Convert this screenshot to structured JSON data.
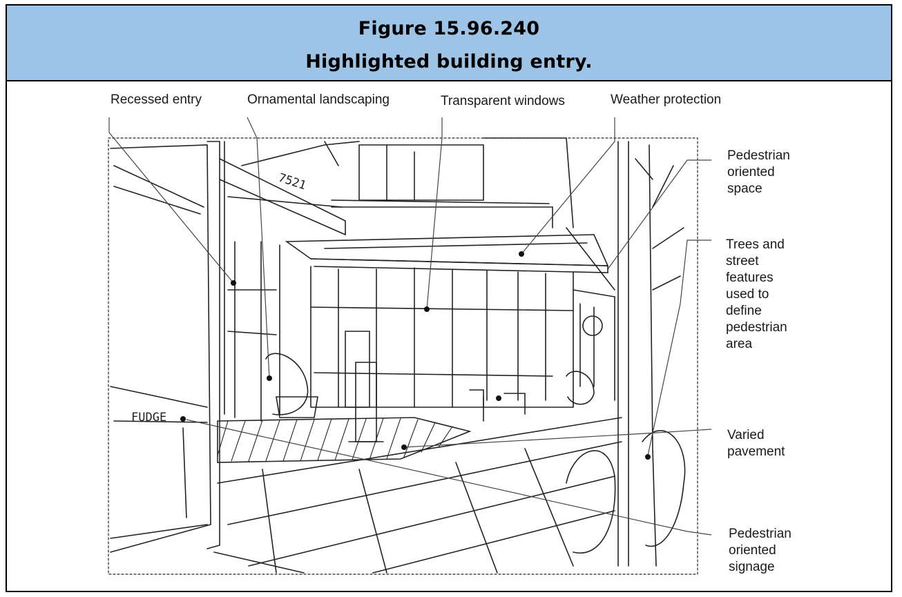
{
  "figure": {
    "number": "Figure 15.96.240",
    "caption": "Highlighted building entry."
  },
  "labels": {
    "recessed_entry": "Recessed entry",
    "ornamental_landscaping": "Ornamental landscaping",
    "transparent_windows": "Transparent windows",
    "weather_protection": "Weather protection",
    "pedestrian_space": [
      "Pedestrian",
      "oriented",
      "space"
    ],
    "trees_features": [
      "Trees and",
      "street",
      "features",
      "used to",
      "define",
      "pedestrian",
      "area"
    ],
    "varied_pavement": [
      "Varied",
      "pavement"
    ],
    "pedestrian_signage": [
      "Pedestrian",
      "oriented",
      "signage"
    ]
  },
  "sketch_text": {
    "shop_sign": "FUDGE",
    "address": "7521"
  },
  "colors": {
    "header_bg": "#9dc3e6",
    "border": "#000000",
    "sketch_line": "#222222"
  }
}
